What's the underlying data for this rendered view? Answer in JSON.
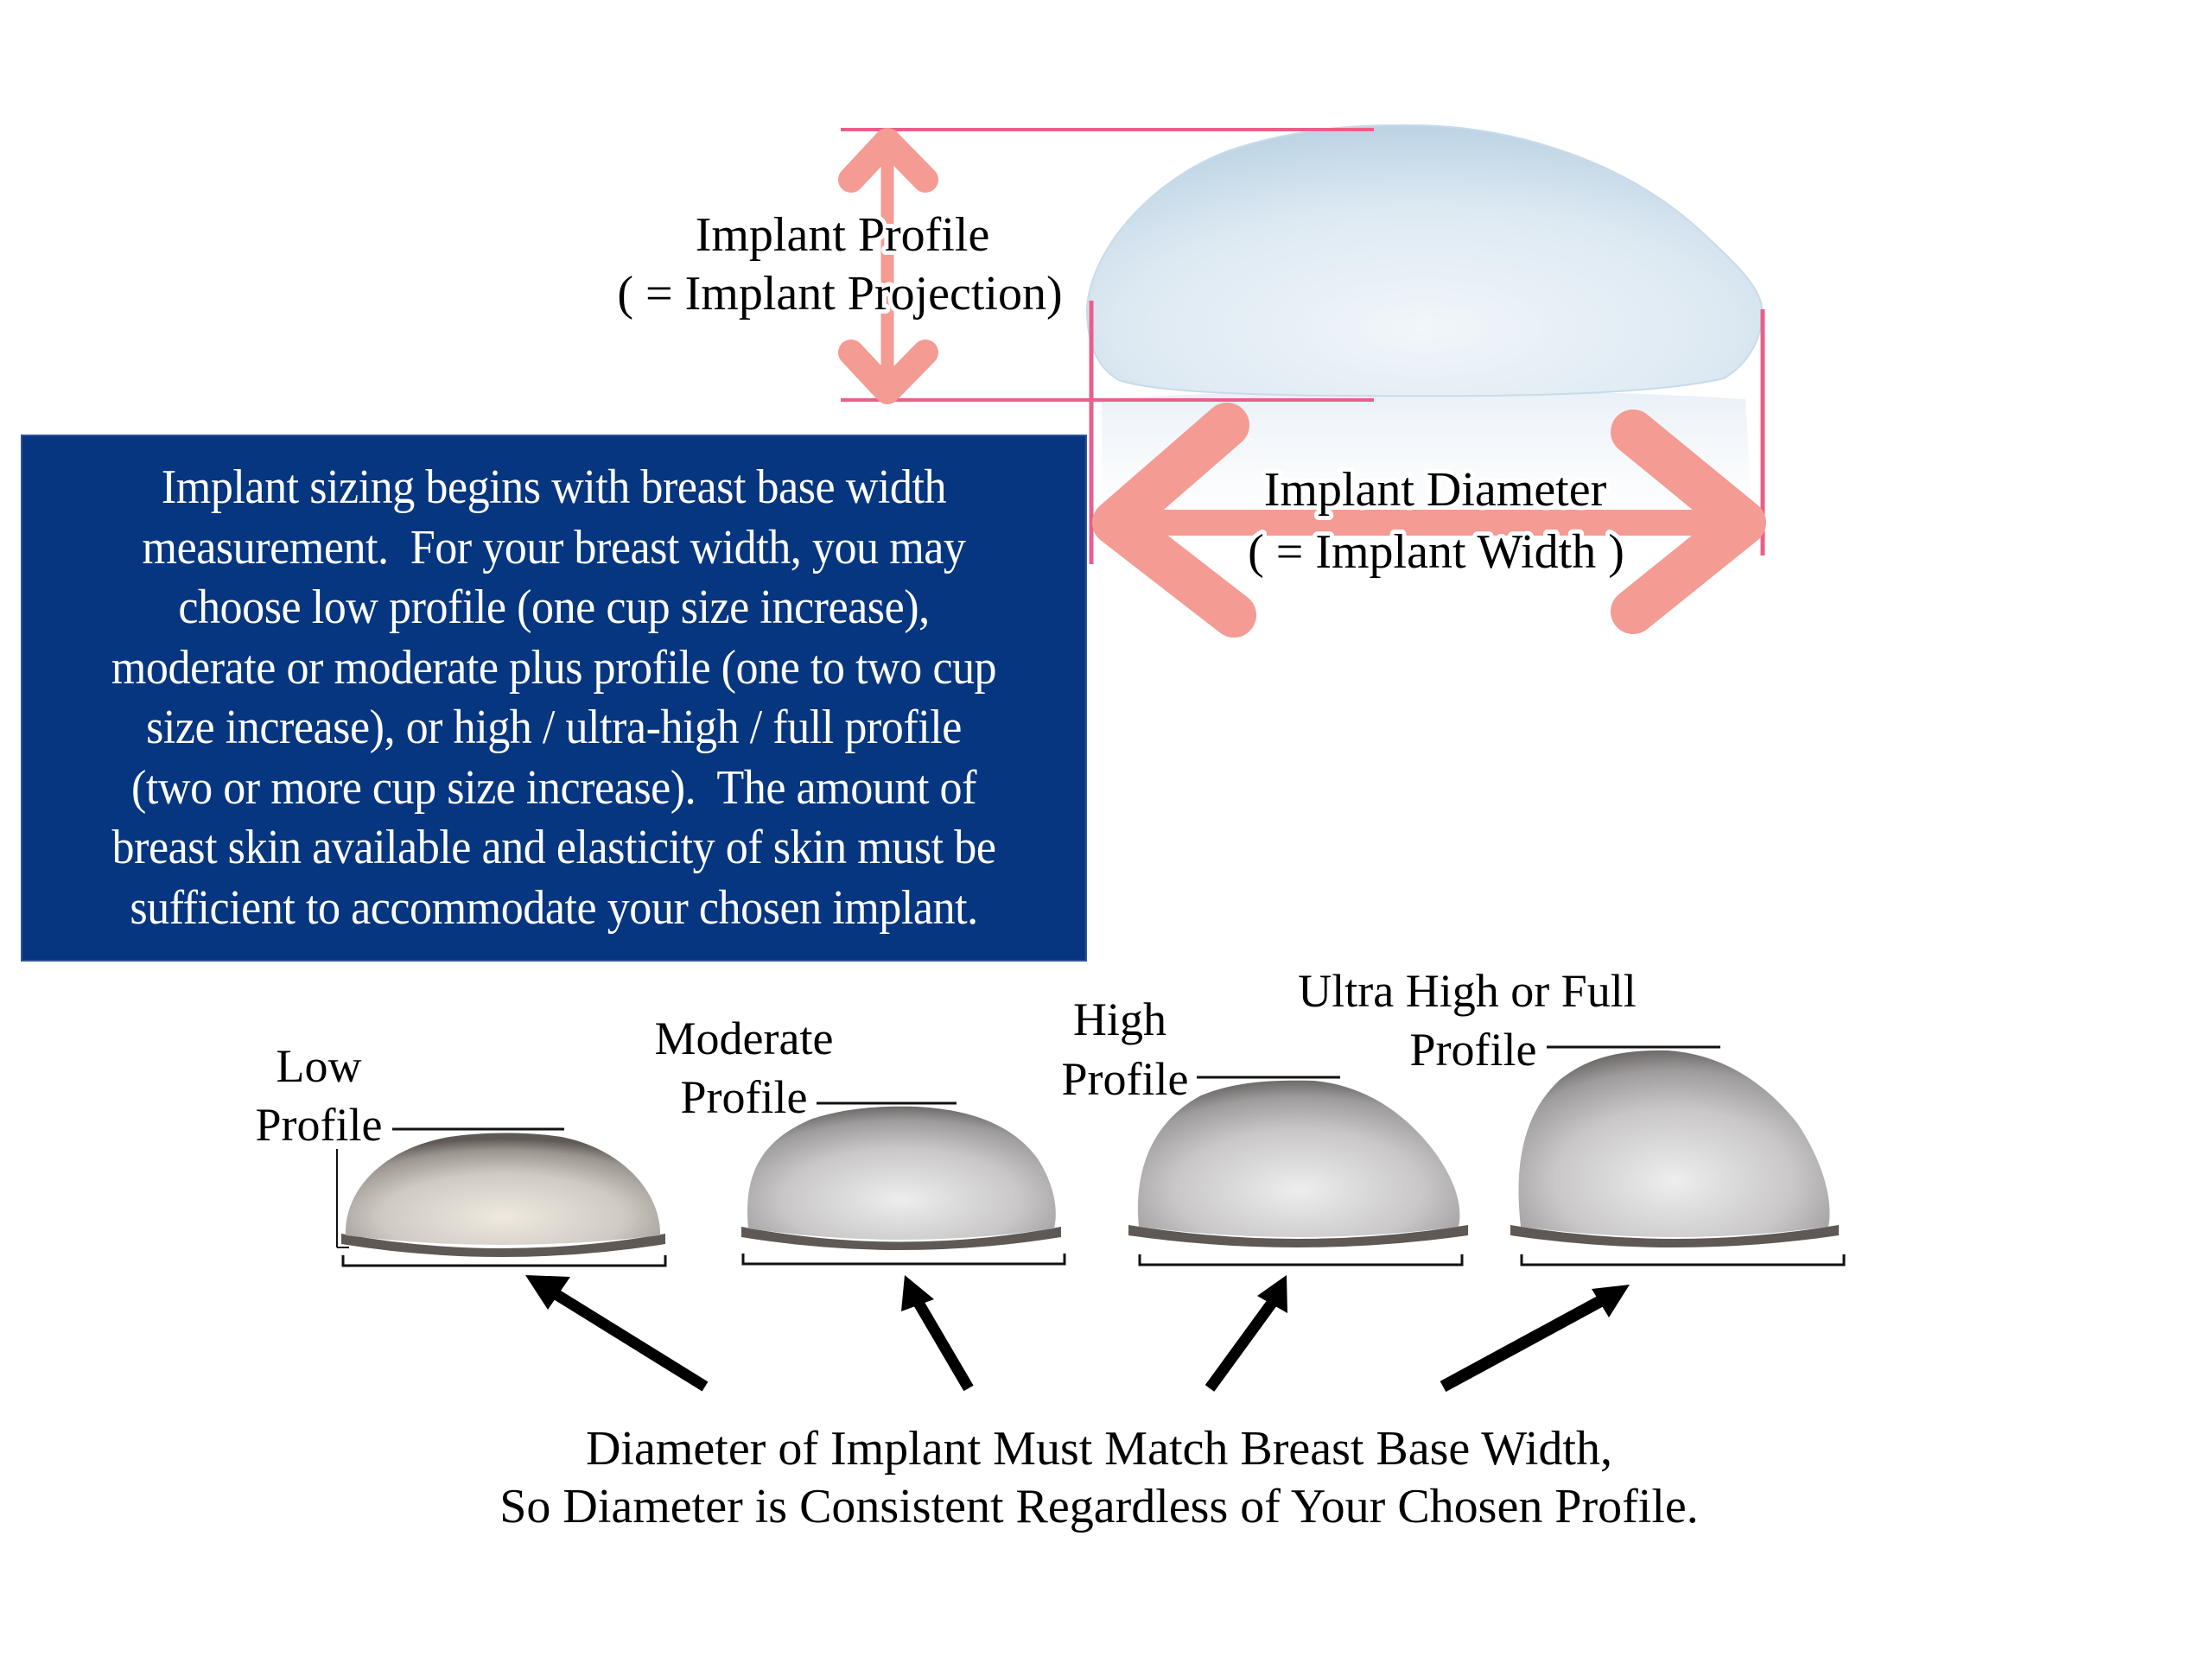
{
  "top_diagram": {
    "profile_label": {
      "line1": "Implant Profile",
      "line2": "( = Implant Projection)"
    },
    "diameter_label": {
      "line1": "Implant Diameter",
      "line2": "( = Implant Width )"
    },
    "colors": {
      "guide_line": "#e8608a",
      "arrow": "#f49b94",
      "implant_fill": "#dbe8f2",
      "implant_edge": "#b9d0e2"
    }
  },
  "info_box": {
    "background": "#06367f",
    "lines": [
      "Implant sizing begins with breast base width",
      "measurement.  For your breast width, you may",
      "choose low profile (one cup size increase),",
      "moderate or moderate plus profile (one to two cup",
      "size increase), or high / ultra-high / full profile",
      "(two or more cup size increase).  The amount of",
      "breast skin available and elasticity of skin must be",
      "sufficient to accommodate your chosen implant."
    ]
  },
  "profiles": [
    {
      "id": "low",
      "label_lines": [
        "Low",
        "Profile"
      ],
      "relative_projection": 0.35
    },
    {
      "id": "moderate",
      "label_lines": [
        "Moderate",
        "Profile"
      ],
      "relative_projection": 0.43
    },
    {
      "id": "high",
      "label_lines": [
        "High",
        "Profile"
      ],
      "relative_projection": 0.49
    },
    {
      "id": "ultra",
      "label_lines": [
        "Ultra High or Full",
        "Profile"
      ],
      "relative_projection": 0.59
    }
  ],
  "footer": {
    "line1": "Diameter of Implant Must Match Breast Base Width,",
    "line2": "So Diameter is Consistent Regardless of Your Chosen Profile."
  }
}
